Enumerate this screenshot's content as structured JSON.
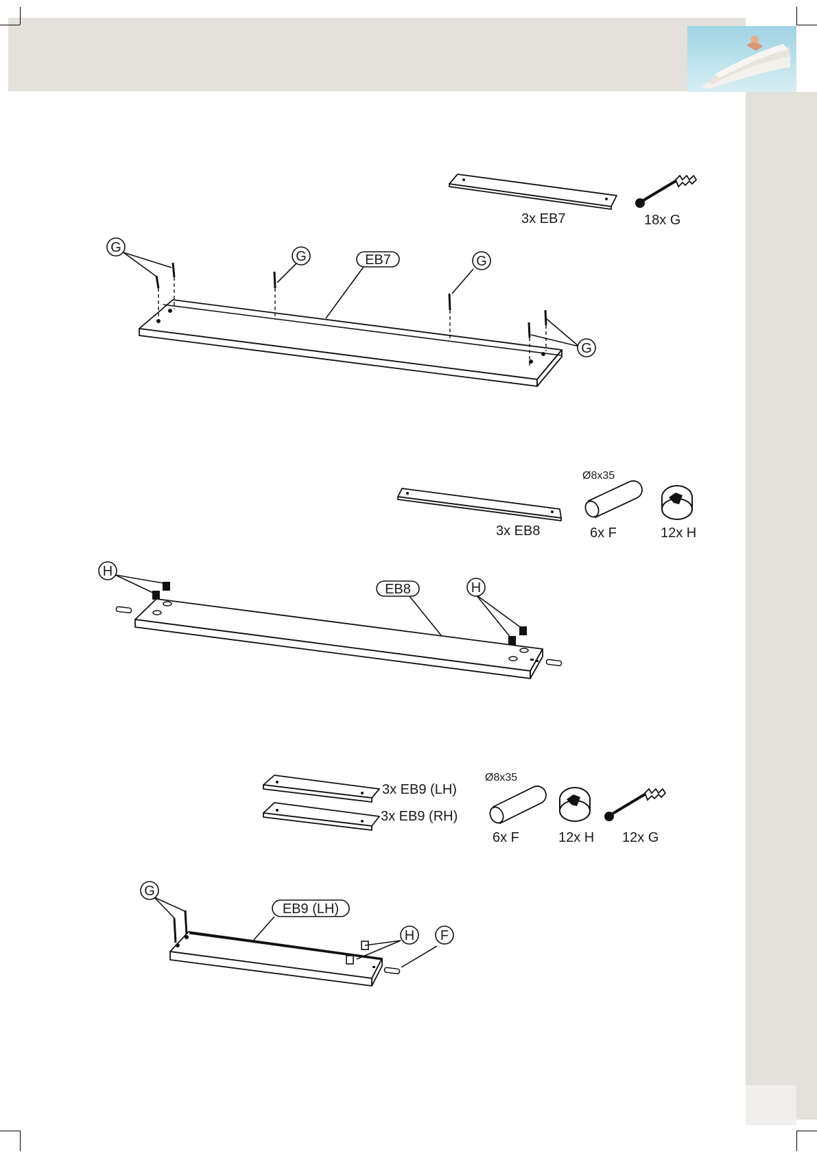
{
  "steps": [
    {
      "parts": [
        {
          "label": "3x EB7",
          "icon": "panel-eb7-icon"
        },
        {
          "label": "18x G",
          "icon": "cam-bolt-icon"
        }
      ],
      "callouts": [
        "G",
        "G",
        "EB7",
        "G",
        "G"
      ]
    },
    {
      "parts": [
        {
          "label": "3x EB8",
          "icon": "panel-eb8-icon"
        },
        {
          "label": "6x F",
          "icon": "dowel-icon",
          "spec": "Ø8x35"
        },
        {
          "label": "12x H",
          "icon": "cam-lock-icon"
        }
      ],
      "callouts": [
        "H",
        "EB8",
        "H"
      ]
    },
    {
      "parts": [
        {
          "label": "3x EB9 (LH)",
          "icon": "panel-eb9-lh-icon"
        },
        {
          "label": "3x EB9 (RH)",
          "icon": "panel-eb9-rh-icon"
        },
        {
          "label": "6x F",
          "icon": "dowel-icon",
          "spec": "Ø8x35"
        },
        {
          "label": "12x H",
          "icon": "cam-lock-icon"
        },
        {
          "label": "12x G",
          "icon": "cam-bolt-icon"
        }
      ],
      "callouts": [
        "G",
        "EB9 (LH)",
        "H",
        "F"
      ]
    }
  ],
  "colors": {
    "band": "#e4e0dc",
    "line": "#111111",
    "paper": "#ffffff"
  }
}
